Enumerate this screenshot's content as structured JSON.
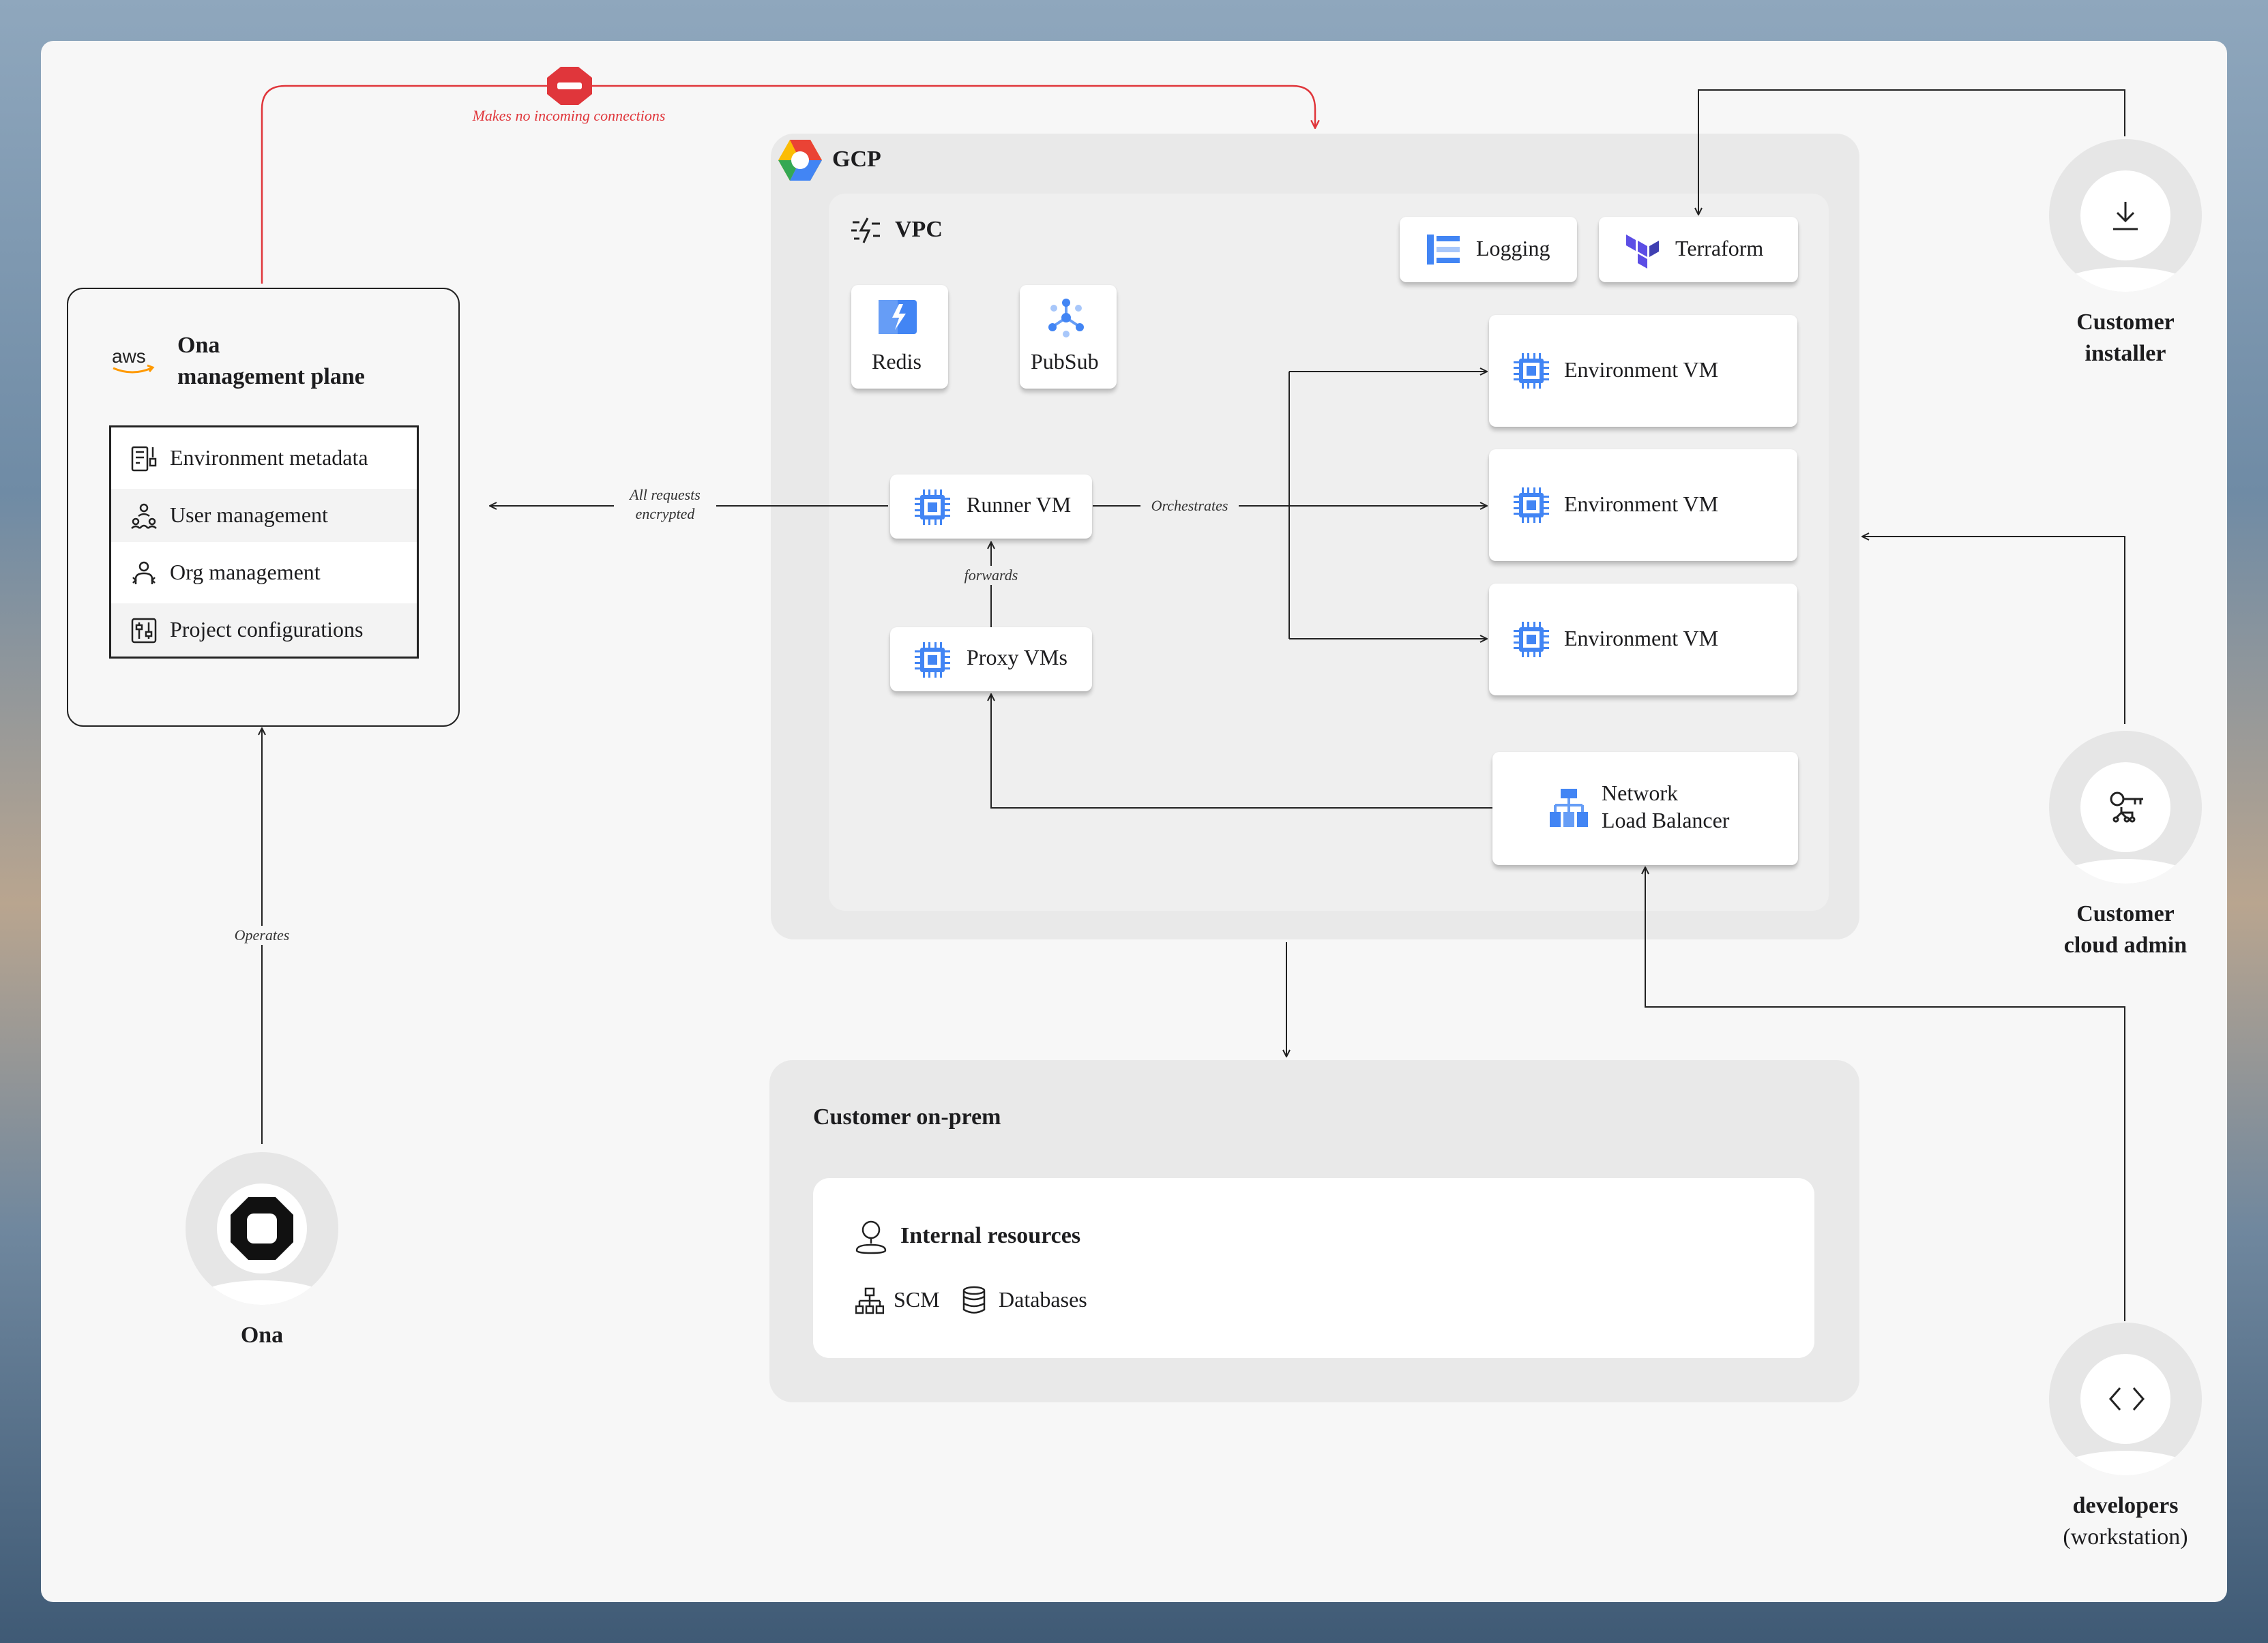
{
  "warning": {
    "label": "Makes no incoming connections"
  },
  "gcp": {
    "title": "GCP",
    "vpc": {
      "title": "VPC"
    },
    "logging": "Logging",
    "terraform": "Terraform",
    "redis": "Redis",
    "pubsub": "PubSub",
    "runner_vm": "Runner VM",
    "proxy_vms": "Proxy VMs",
    "env_vms": [
      "Environment VM",
      "Environment VM",
      "Environment VM"
    ],
    "load_balancer": [
      "Network",
      "Load Balancer"
    ]
  },
  "management_plane": {
    "title_line1": "Ona",
    "title_line2": "management plane",
    "items": [
      {
        "label": "Environment metadata",
        "icon": "metadata-icon"
      },
      {
        "label": "User management",
        "icon": "users-icon"
      },
      {
        "label": "Org management",
        "icon": "org-icon"
      },
      {
        "label": "Project configurations",
        "icon": "config-icon"
      }
    ]
  },
  "edges": {
    "requests_line1": "All requests",
    "requests_line2": "encrypted",
    "orchestrates": "Orchestrates",
    "forwards": "forwards",
    "operates": "Operates"
  },
  "on_prem": {
    "title": "Customer on-prem",
    "internal_title": "Internal resources",
    "scm": "SCM",
    "databases": "Databases"
  },
  "actors": {
    "installer": [
      "Customer",
      "installer"
    ],
    "cloud_admin": [
      "Customer",
      "cloud admin"
    ],
    "developers": [
      "developers",
      "(workstation)"
    ],
    "ona": "Ona"
  },
  "colors": {
    "red": "#e0363b",
    "gcp_blue": "#4285f4",
    "terraform_purple": "#5c4ee5"
  }
}
